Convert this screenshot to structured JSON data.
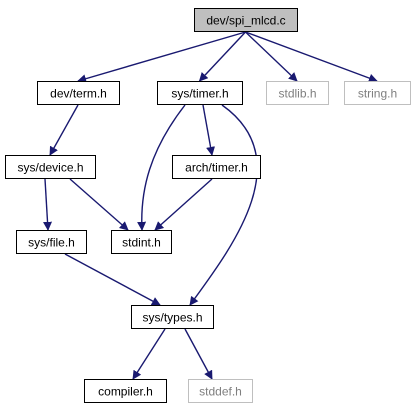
{
  "nodes": {
    "spi_mlcd": {
      "label": "dev/spi_mlcd.c",
      "kind": "root"
    },
    "term": {
      "label": "dev/term.h",
      "kind": "normal"
    },
    "sys_timer": {
      "label": "sys/timer.h",
      "kind": "normal"
    },
    "stdlib": {
      "label": "stdlib.h",
      "kind": "missing"
    },
    "string": {
      "label": "string.h",
      "kind": "missing"
    },
    "device": {
      "label": "sys/device.h",
      "kind": "normal"
    },
    "arch_timer": {
      "label": "arch/timer.h",
      "kind": "normal"
    },
    "file": {
      "label": "sys/file.h",
      "kind": "normal"
    },
    "stdint": {
      "label": "stdint.h",
      "kind": "normal"
    },
    "types": {
      "label": "sys/types.h",
      "kind": "normal"
    },
    "compiler": {
      "label": "compiler.h",
      "kind": "normal"
    },
    "stddef": {
      "label": "stddef.h",
      "kind": "missing"
    }
  },
  "edges": [
    [
      "spi_mlcd",
      "term"
    ],
    [
      "spi_mlcd",
      "sys_timer"
    ],
    [
      "spi_mlcd",
      "stdlib"
    ],
    [
      "spi_mlcd",
      "string"
    ],
    [
      "term",
      "device"
    ],
    [
      "sys_timer",
      "stdint"
    ],
    [
      "sys_timer",
      "arch_timer"
    ],
    [
      "sys_timer",
      "types"
    ],
    [
      "device",
      "file"
    ],
    [
      "device",
      "stdint"
    ],
    [
      "arch_timer",
      "stdint"
    ],
    [
      "file",
      "types"
    ],
    [
      "types",
      "compiler"
    ],
    [
      "types",
      "stddef"
    ]
  ],
  "colors": {
    "edge": "#191970",
    "root_fill": "#bfbfbf",
    "box_stroke": "#000000",
    "missing_stroke": "#bfbfbf",
    "node_fill": "#ffffff"
  }
}
